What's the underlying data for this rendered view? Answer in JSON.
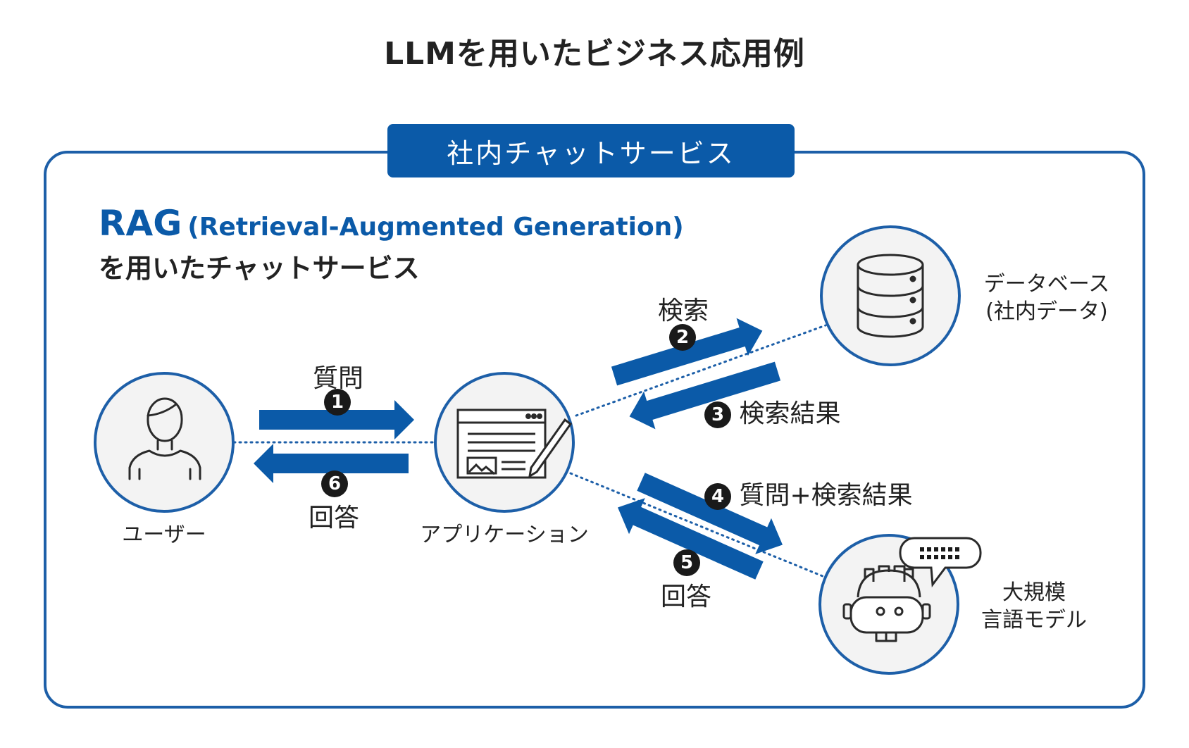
{
  "title": "LLMを用いたビジネス応用例",
  "service_badge": "社内チャットサービス",
  "rag": {
    "abbr": "RAG",
    "full": "(Retrieval-Augmented Generation)",
    "subtitle": "を用いたチャットサービス"
  },
  "nodes": {
    "user": "ユーザー",
    "app": "アプリケーション",
    "db_line1": "データベース",
    "db_line2": "(社内データ)",
    "llm_line1": "大規模",
    "llm_line2": "言語モデル"
  },
  "steps": [
    {
      "num": "1",
      "label": "質問"
    },
    {
      "num": "2",
      "label": "検索"
    },
    {
      "num": "3",
      "label": "検索結果"
    },
    {
      "num": "4",
      "label": "質問+検索結果"
    },
    {
      "num": "5",
      "label": "回答"
    },
    {
      "num": "6",
      "label": "回答"
    }
  ],
  "colors": {
    "accent": "#0b5aa8",
    "frame": "#1d5fa8",
    "icon_stroke": "#2a2a2a",
    "number_badge": "#1a1a1a"
  }
}
